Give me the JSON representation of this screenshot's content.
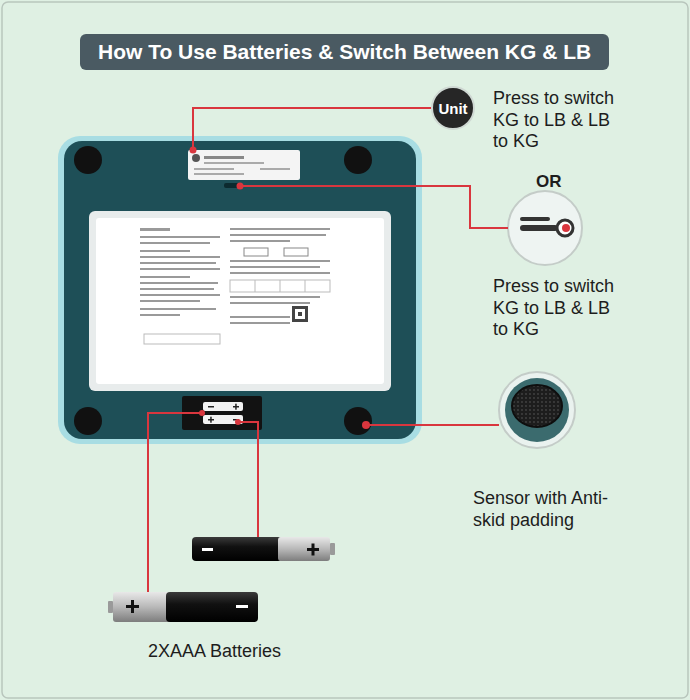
{
  "diagram": {
    "title": "How To Use Batteries & Switch Between KG & LB",
    "nodes": [
      {
        "text": [
          "Unit"
        ]
      }
    ],
    "labels": [
      "Press to switch KG to LB & LB to KG",
      "OR",
      "Press to switch KG to LB & LB to KG",
      "Sensor with Anti-skid padding",
      "2XAAA Batteries"
    ]
  }
}
